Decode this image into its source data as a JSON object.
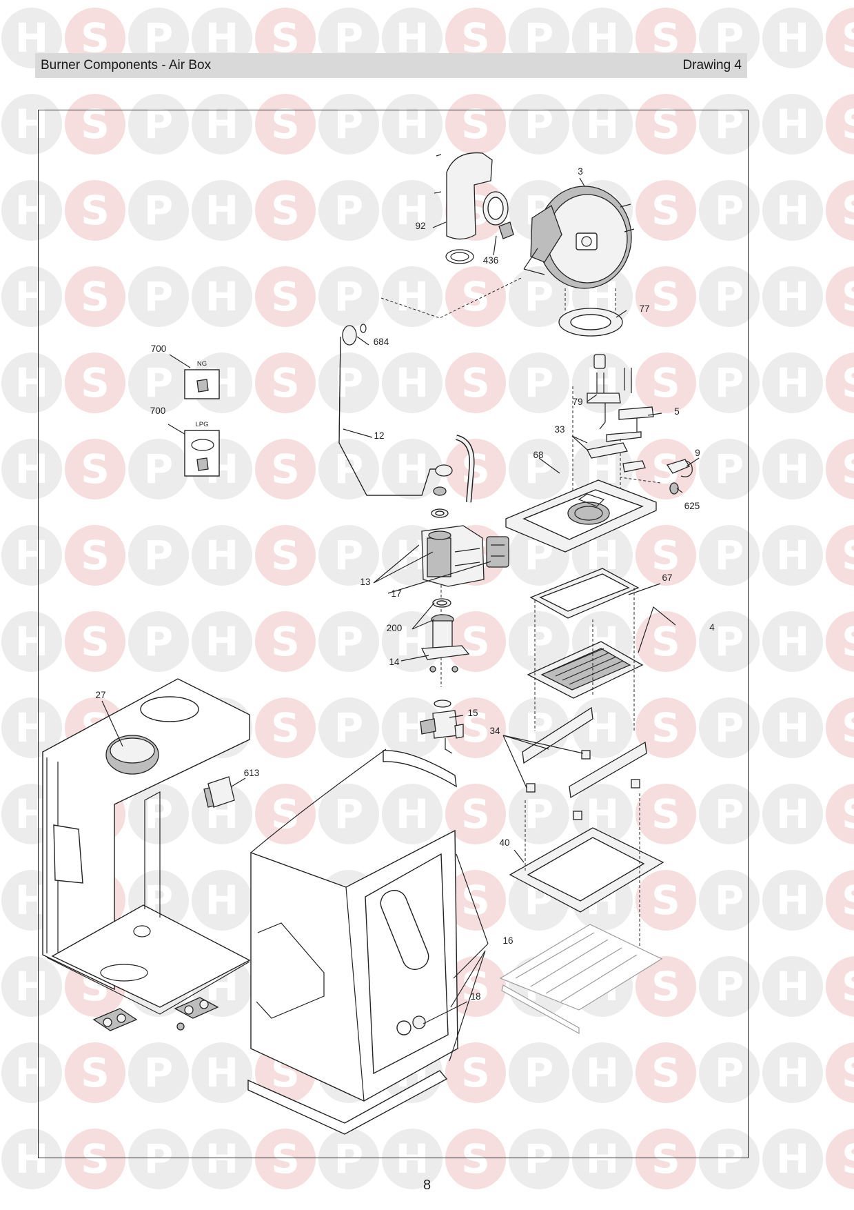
{
  "header": {
    "title": "Burner Components - Air Box",
    "drawing": "Drawing 4"
  },
  "watermark": {
    "letters": [
      "H",
      "S",
      "P"
    ],
    "colors": {
      "H": "#ececec",
      "S": "#f6dede",
      "P": "#ececec"
    },
    "text_color": "#ffffff"
  },
  "inset_tags": {
    "ng": "NG",
    "lpg": "LPG"
  },
  "callouts": [
    "3",
    "92",
    "436",
    "77",
    "684",
    "700",
    "700",
    "79",
    "5",
    "12",
    "33",
    "9",
    "68",
    "625",
    "13",
    "17",
    "67",
    "4",
    "200",
    "14",
    "15",
    "27",
    "34",
    "613",
    "40",
    "16",
    "18"
  ],
  "page_number": "8"
}
